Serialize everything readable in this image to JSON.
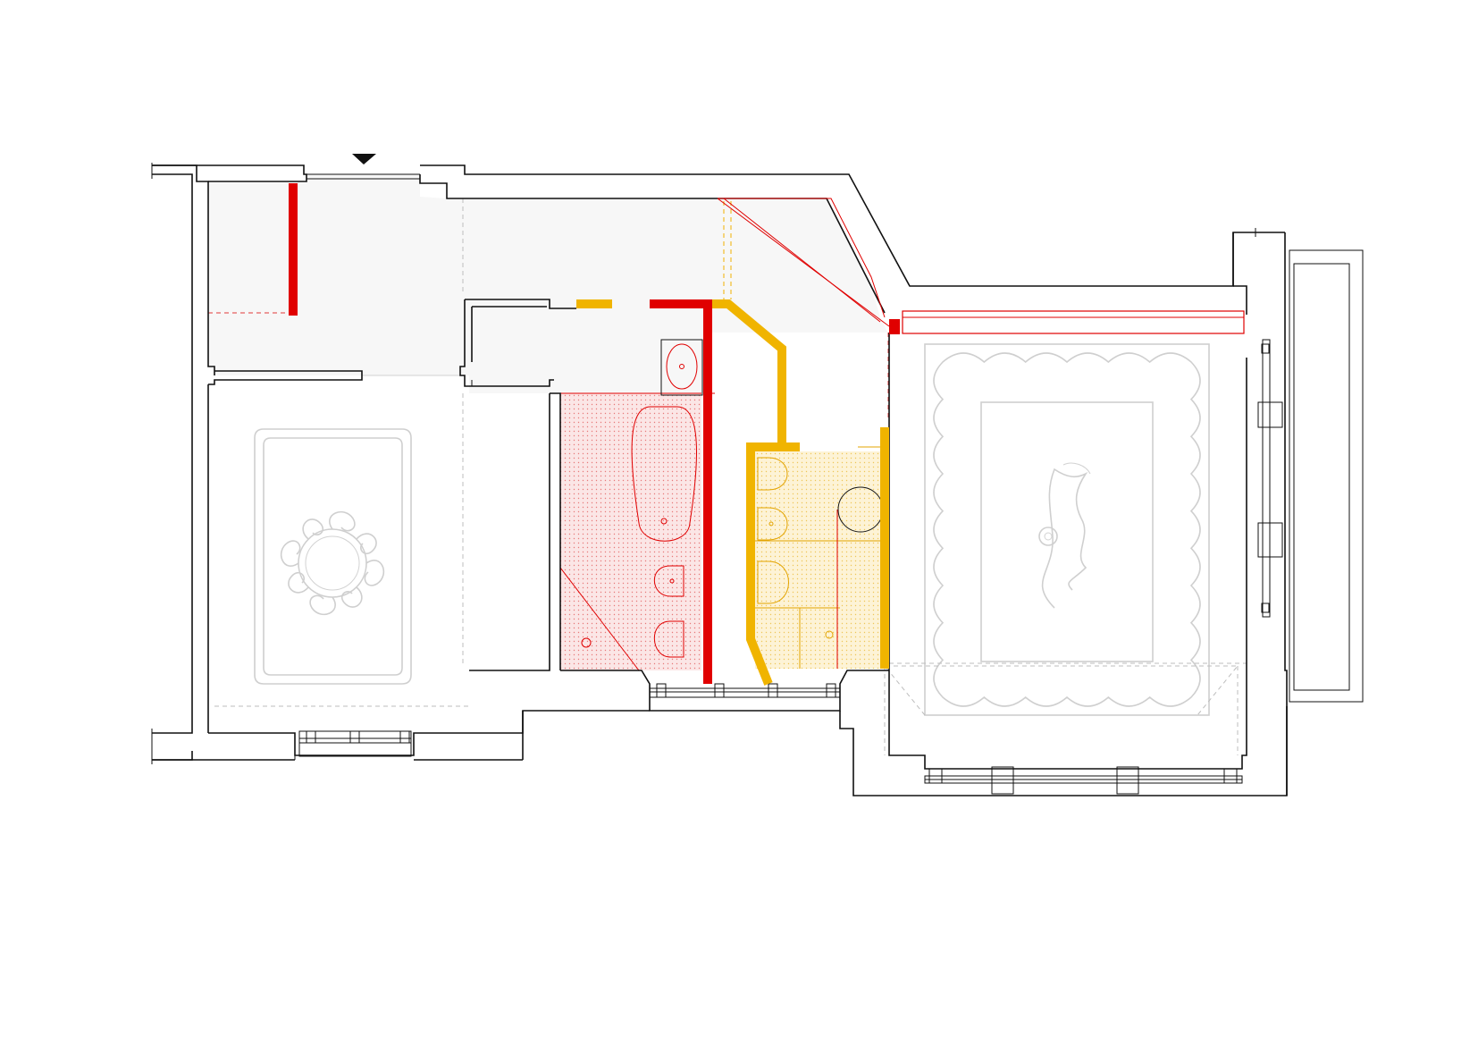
{
  "drawing": {
    "kind": "floor-plan",
    "legend": {
      "new_walls_color": "#e00000",
      "secondary_walls_color": "#f0b400",
      "existing_walls_color": "#111111",
      "demolished_or_ghost_color": "#cccccc",
      "circulation_fill": "#f7f7f7",
      "main_bathroom_fill": "#fbe3e3",
      "guest_bathroom_fill": "#fdf2d2"
    },
    "entrance_marker": "entrance-arrow",
    "rooms": [
      {
        "id": "entrance-hall",
        "fill": "circulation"
      },
      {
        "id": "corridor",
        "fill": "circulation"
      },
      {
        "id": "bedroom-west",
        "decoration": "ceiling-medallion-swirls"
      },
      {
        "id": "storage-room"
      },
      {
        "id": "main-bathroom",
        "fixtures": [
          "sink",
          "bathtub",
          "bidet",
          "toilet",
          "shower-drain"
        ]
      },
      {
        "id": "guest-bathroom",
        "fixtures": [
          "toilet",
          "bidet",
          "washing-machine",
          "round-shower",
          "drain"
        ]
      },
      {
        "id": "living-room-east",
        "decoration": "scalloped-ceiling-frieze-with-floral-motif"
      },
      {
        "id": "balcony-east"
      }
    ]
  }
}
